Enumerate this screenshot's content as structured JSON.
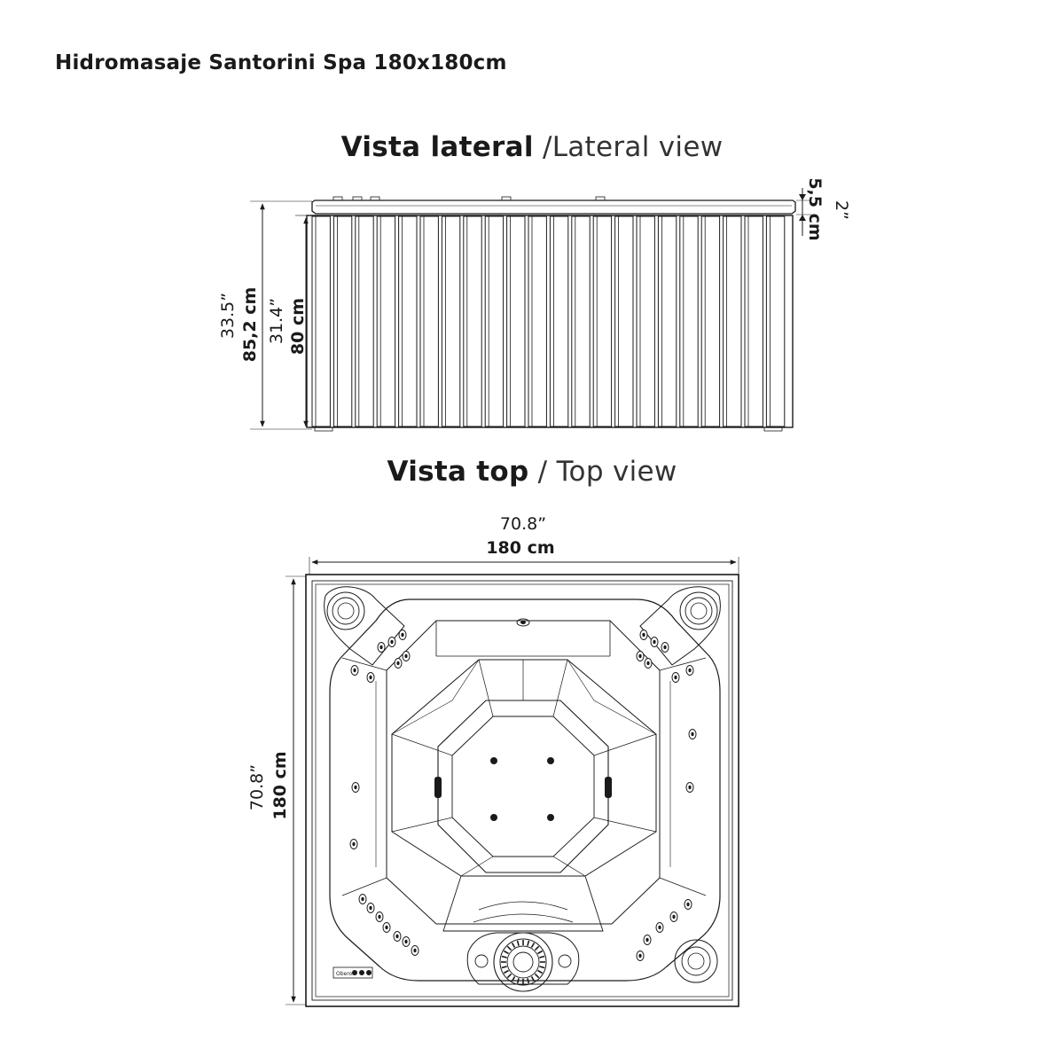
{
  "title": "Hidromasaje Santorini Spa 180x180cm",
  "lateral_view": {
    "heading_es": "Vista lateral",
    "heading_sep": "/",
    "heading_en": "Lateral view",
    "dims": {
      "overall_in": "33.5”",
      "overall_cm": "85,2 cm",
      "body_in": "31.4”",
      "body_cm": "80 cm",
      "lip_in": "2”",
      "lip_cm": "5,5 cm"
    }
  },
  "top_view": {
    "heading_es": "Vista top",
    "heading_sep": "/",
    "heading_en": "Top view",
    "dims": {
      "width_in": "70.8”",
      "width_cm": "180 cm",
      "depth_in": "70.8”",
      "depth_cm": "180 cm"
    },
    "control_panel_label": "Oberon"
  }
}
